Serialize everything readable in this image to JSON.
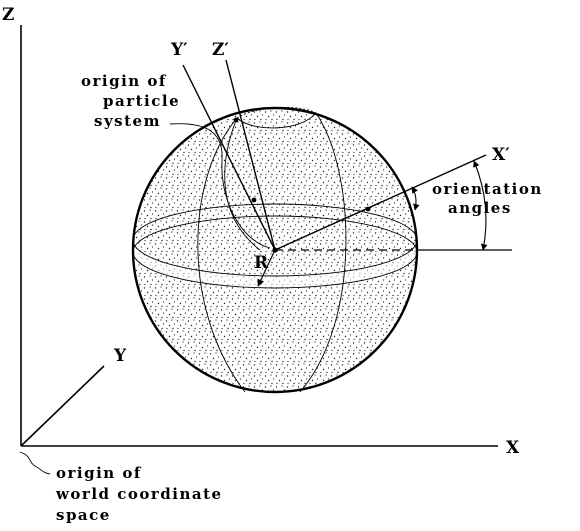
{
  "axes": {
    "world": {
      "z": "Z",
      "y": "Y",
      "x": "X"
    },
    "local": {
      "y": "Y′",
      "z": "Z′",
      "x": "X′"
    }
  },
  "labels": {
    "radius": "R",
    "particle_origin": [
      "origin of",
      "particle",
      "system"
    ],
    "orientation": [
      "orientation",
      "angles"
    ],
    "world_origin": [
      "origin of",
      "world coordinate",
      "space"
    ]
  }
}
